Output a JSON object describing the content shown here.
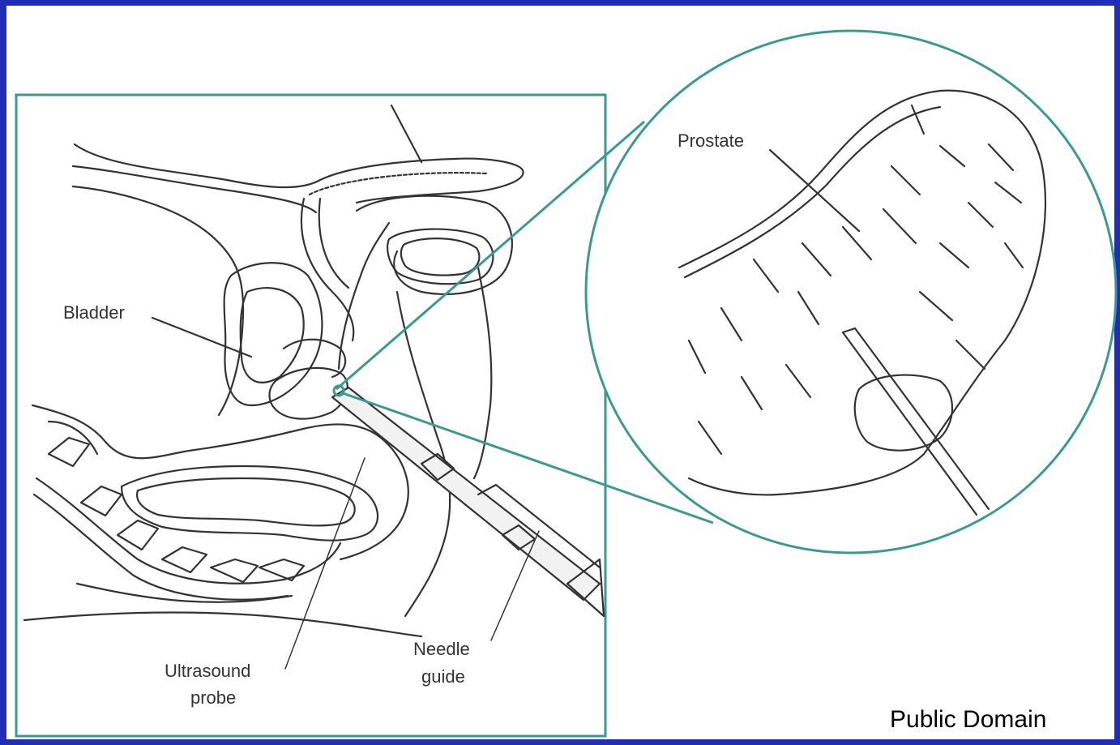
{
  "labels": {
    "bladder": "Bladder",
    "prostate": "Prostate",
    "ultrasound_line1": "Ultrasound",
    "ultrasound_line2": "probe",
    "needle_line1": "Needle",
    "needle_line2": "guide"
  },
  "credit": "Public Domain",
  "colors": {
    "frame_border": "#1f2db8",
    "panel_border": "#3a9a90",
    "ink": "#333333",
    "background": "#ffffff"
  }
}
